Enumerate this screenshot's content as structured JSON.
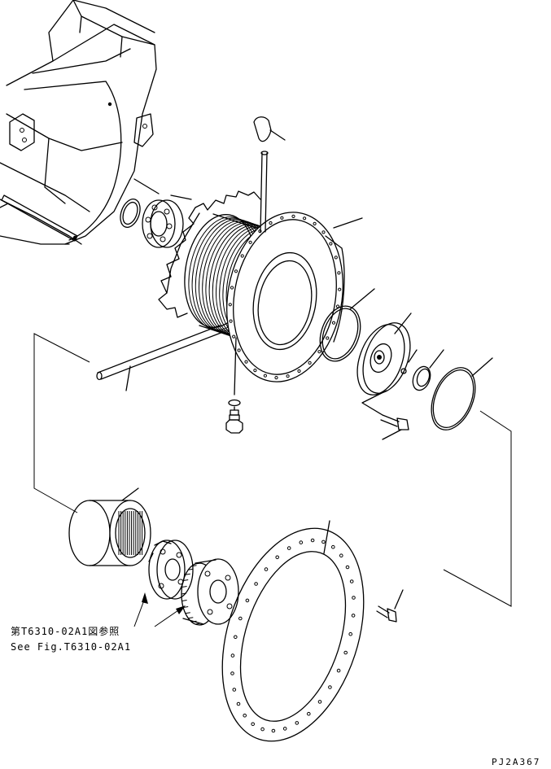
{
  "references": {
    "jp_text": "第T6310-02A1図参照",
    "en_text": "See Fig.T6310-02A1"
  },
  "drawing_code": "PJ2A367",
  "colors": {
    "line": "#000000",
    "background": "#ffffff"
  }
}
